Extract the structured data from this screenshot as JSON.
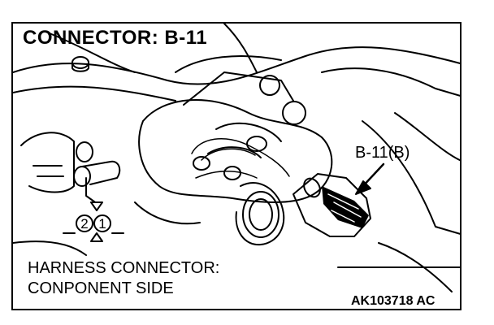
{
  "diagram": {
    "title": "CONNECTOR: B-11",
    "callout_label": "B-11(B)",
    "caption_line1": "HARNESS CONNECTOR:",
    "caption_line2": "CONPONENT SIDE",
    "figure_id": "AK103718 AC",
    "pins": [
      "2",
      "1"
    ]
  }
}
